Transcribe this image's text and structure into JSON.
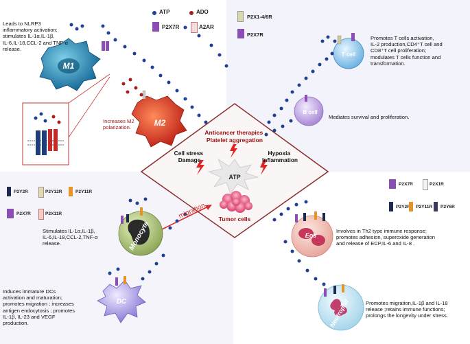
{
  "legend": {
    "atp": "ATP",
    "ado": "ADO",
    "p2x7r": "P2X7R",
    "a2ar": "A2AR"
  },
  "legend_receptors": {
    "p2x14_6r": "P2X1-4/6R",
    "p2x7r": "P2X7R"
  },
  "center": {
    "top_text": "Anticancer therapies\nPlatelet aggregation",
    "left_text": "Cell stress\nDamage",
    "right_text": "Hypoxia\nInflammation",
    "atp": "ATP",
    "tumor": "Tumor cells"
  },
  "cells": {
    "m1": "M1",
    "m2": "M2",
    "tcell": "T cell",
    "bcell": "B cell",
    "monocyte": "Monocyte",
    "dc": "DC",
    "eos": "Eos",
    "neutrophil": "Neutrophil"
  },
  "texts": {
    "m1": "Leads to NLRP3\ninflammatory activation;\nstimulates IL-1α,IL-1β,\nIL-6,IL-18,CCL-2 and TNF-α\nrelease.",
    "m2": "Increases M2\npolarization.",
    "tcell": "Promotes T cells activation,\nIL-2 production,CD4⁺T cell and\nCD8⁺T cell proliferation;\nmodulates T cells function and\ntransformation.",
    "bcell": "Mediates survival and proliferation.",
    "monocyte": "Stimulates IL-1α,IL-1β,\nIL-6,IL-18,CCL-2,TNF-α\nrelease.",
    "dc": "Induces immature DCs\nactivation and maturation;\npromotes migration ; increases\nantigen endocytosis ; promotes\nIL-1β, IL-23 and VEGF\nproduction.",
    "eos": "Involves in Th2 type immune response;\npromotes adhesion, superoxide generation\nand release of ECP,IL-6 and IL-8 .",
    "neutrophil": "Promotes migration,IL-1β and IL-18\nrelease ;retains immune functions;\nprolongs the longevity under stress."
  },
  "migration": "migration",
  "left_receptors": [
    "P2Y2R",
    "P2Y12R",
    "P2Y11R",
    "P2X7R",
    "P2X11R"
  ],
  "right_receptors": [
    "P2X7R",
    "P2X1R",
    "P2Y2R",
    "P2Y11R",
    "P2Y6R"
  ],
  "colors": {
    "atp": "#1f3f8f",
    "ado": "#a51f1f",
    "red_text": "#9a1010",
    "migration": "#d62c2c"
  }
}
